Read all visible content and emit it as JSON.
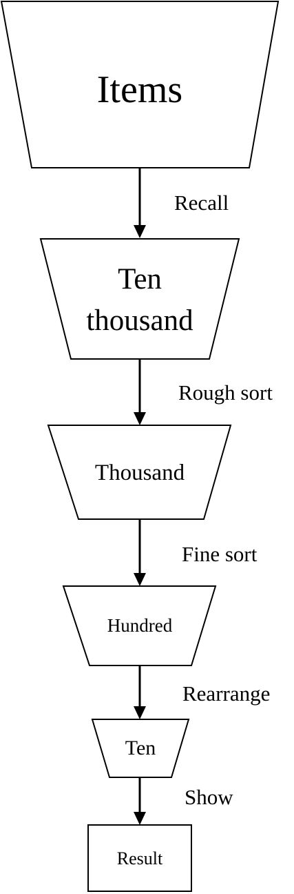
{
  "stages": [
    {
      "lines": [
        "Items"
      ]
    },
    {
      "lines": [
        "Ten",
        "thousand"
      ]
    },
    {
      "lines": [
        "Thousand"
      ]
    },
    {
      "lines": [
        "Hundred"
      ]
    },
    {
      "lines": [
        "Ten"
      ]
    },
    {
      "lines": [
        "Result"
      ]
    }
  ],
  "steps": [
    "Recall",
    "Rough sort",
    "Fine sort",
    "Rearrange",
    "Show"
  ],
  "colors": {
    "stroke": "#000000",
    "fill": "#ffffff"
  }
}
